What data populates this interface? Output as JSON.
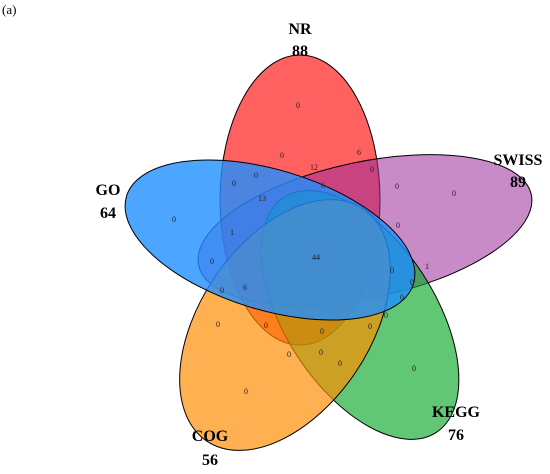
{
  "panel_label": "(a)",
  "sets": [
    {
      "name": "NR",
      "total": "88",
      "color": "#ff0000"
    },
    {
      "name": "SWISS",
      "total": "89",
      "color": "#9b2b9b"
    },
    {
      "name": "KEGG",
      "total": "76",
      "color": "#00a41f"
    },
    {
      "name": "COG",
      "total": "56",
      "color": "#ff8c00"
    },
    {
      "name": "GO",
      "total": "64",
      "color": "#1f8fff"
    }
  ],
  "regions": {
    "nr_only": "0",
    "swiss_only": "0",
    "kegg_only": "0",
    "cog_only": "0",
    "go_only": "0",
    "all_five": "44",
    "r1": "0",
    "r2": "12",
    "r3": "6",
    "r4": "0",
    "r5": "0",
    "r6": "0",
    "r7": "13",
    "r8": "6",
    "r9": "0",
    "r10": "0",
    "r11": "1",
    "r12": "0",
    "r13": "1",
    "r14": "0",
    "r15": "0",
    "r16": "0",
    "r17": "6",
    "r18": "0",
    "r19": "0",
    "r20": "0",
    "r21": "0",
    "r22": "0",
    "r23": "0",
    "r24": "0",
    "r25": "0",
    "r26": "0"
  }
}
